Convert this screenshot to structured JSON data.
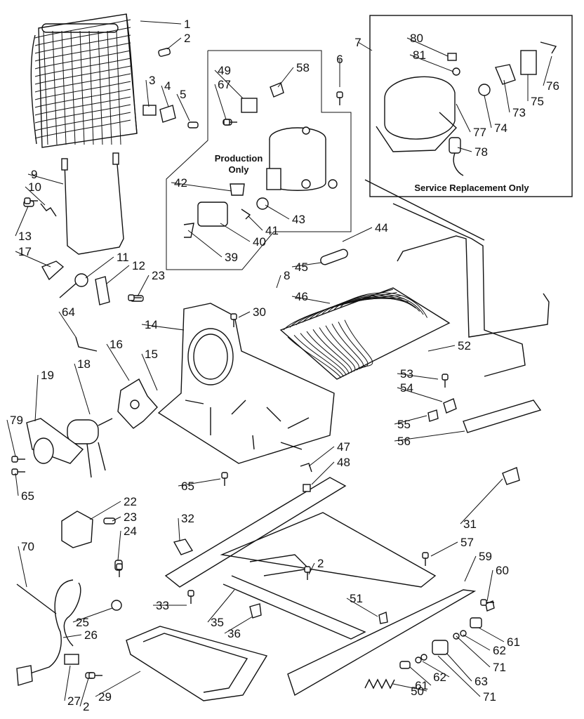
{
  "captions": {
    "production_line1": "Production",
    "production_line2": "Only",
    "service": "Service Replacement Only"
  },
  "callouts": [
    {
      "id": "c1",
      "label": "1"
    },
    {
      "id": "c2a",
      "label": "2"
    },
    {
      "id": "c3",
      "label": "3"
    },
    {
      "id": "c4",
      "label": "4"
    },
    {
      "id": "c5",
      "label": "5"
    },
    {
      "id": "c6",
      "label": "6"
    },
    {
      "id": "c7",
      "label": "7"
    },
    {
      "id": "c8",
      "label": "8"
    },
    {
      "id": "c9",
      "label": "9"
    },
    {
      "id": "c10",
      "label": "10"
    },
    {
      "id": "c11",
      "label": "11"
    },
    {
      "id": "c12",
      "label": "12"
    },
    {
      "id": "c13",
      "label": "13"
    },
    {
      "id": "c14",
      "label": "14"
    },
    {
      "id": "c15",
      "label": "15"
    },
    {
      "id": "c16",
      "label": "16"
    },
    {
      "id": "c17",
      "label": "17"
    },
    {
      "id": "c18",
      "label": "18"
    },
    {
      "id": "c19",
      "label": "19"
    },
    {
      "id": "c22",
      "label": "22"
    },
    {
      "id": "c23a",
      "label": "23"
    },
    {
      "id": "c23b",
      "label": "23"
    },
    {
      "id": "c24",
      "label": "24"
    },
    {
      "id": "c25",
      "label": "25"
    },
    {
      "id": "c26",
      "label": "26"
    },
    {
      "id": "c27",
      "label": "27"
    },
    {
      "id": "c2b",
      "label": "2"
    },
    {
      "id": "c29",
      "label": "29"
    },
    {
      "id": "c30",
      "label": "30"
    },
    {
      "id": "c31",
      "label": "31"
    },
    {
      "id": "c32",
      "label": "32"
    },
    {
      "id": "c33",
      "label": "33"
    },
    {
      "id": "c35",
      "label": "35"
    },
    {
      "id": "c36",
      "label": "36"
    },
    {
      "id": "c39",
      "label": "39"
    },
    {
      "id": "c40",
      "label": "40"
    },
    {
      "id": "c41",
      "label": "41"
    },
    {
      "id": "c42",
      "label": "42"
    },
    {
      "id": "c43",
      "label": "43"
    },
    {
      "id": "c44",
      "label": "44"
    },
    {
      "id": "c45",
      "label": "45"
    },
    {
      "id": "c46",
      "label": "46"
    },
    {
      "id": "c47",
      "label": "47"
    },
    {
      "id": "c48",
      "label": "48"
    },
    {
      "id": "c49",
      "label": "49"
    },
    {
      "id": "c50",
      "label": "50"
    },
    {
      "id": "c51",
      "label": "51"
    },
    {
      "id": "c52",
      "label": "52"
    },
    {
      "id": "c53",
      "label": "53"
    },
    {
      "id": "c54",
      "label": "54"
    },
    {
      "id": "c55",
      "label": "55"
    },
    {
      "id": "c56",
      "label": "56"
    },
    {
      "id": "c57",
      "label": "57"
    },
    {
      "id": "c58",
      "label": "58"
    },
    {
      "id": "c59",
      "label": "59"
    },
    {
      "id": "c60",
      "label": "60"
    },
    {
      "id": "c61a",
      "label": "61"
    },
    {
      "id": "c61b",
      "label": "61"
    },
    {
      "id": "c62a",
      "label": "62"
    },
    {
      "id": "c62b",
      "label": "62"
    },
    {
      "id": "c63",
      "label": "63"
    },
    {
      "id": "c64",
      "label": "64"
    },
    {
      "id": "c65a",
      "label": "65"
    },
    {
      "id": "c65b",
      "label": "65"
    },
    {
      "id": "c67",
      "label": "67"
    },
    {
      "id": "c70",
      "label": "70"
    },
    {
      "id": "c71a",
      "label": "71"
    },
    {
      "id": "c71b",
      "label": "71"
    },
    {
      "id": "c73",
      "label": "73"
    },
    {
      "id": "c74",
      "label": "74"
    },
    {
      "id": "c75",
      "label": "75"
    },
    {
      "id": "c76",
      "label": "76"
    },
    {
      "id": "c77",
      "label": "77"
    },
    {
      "id": "c78",
      "label": "78"
    },
    {
      "id": "c79",
      "label": "79"
    },
    {
      "id": "c80",
      "label": "80"
    },
    {
      "id": "c81",
      "label": "81"
    },
    {
      "id": "c2c",
      "label": "2"
    }
  ]
}
